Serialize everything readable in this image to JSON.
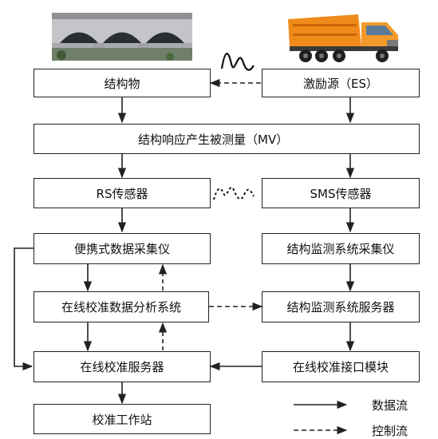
{
  "boxes": {
    "structure": "结构物",
    "excitation": "激励源（ES）",
    "response": "结构响应产生被测量（MV）",
    "rs_sensor": "RS传感器",
    "sms_sensor": "SMS传感器",
    "portable_daq": "便携式数据采集仪",
    "sms_daq": "结构监测系统采集仪",
    "analysis": "在线校准数据分析系统",
    "sms_server": "结构监测系统服务器",
    "calib_server": "在线校准服务器",
    "interface": "在线校准接口模块",
    "workstation": "校准工作站"
  },
  "legend": {
    "data_flow": "数据流",
    "control_flow": "控制流"
  },
  "images": {
    "bridge": "stone-arch-bridge-photo",
    "truck": "orange-dump-truck-photo"
  },
  "colors": {
    "line": "#222222",
    "truck": "#f08a1a"
  }
}
